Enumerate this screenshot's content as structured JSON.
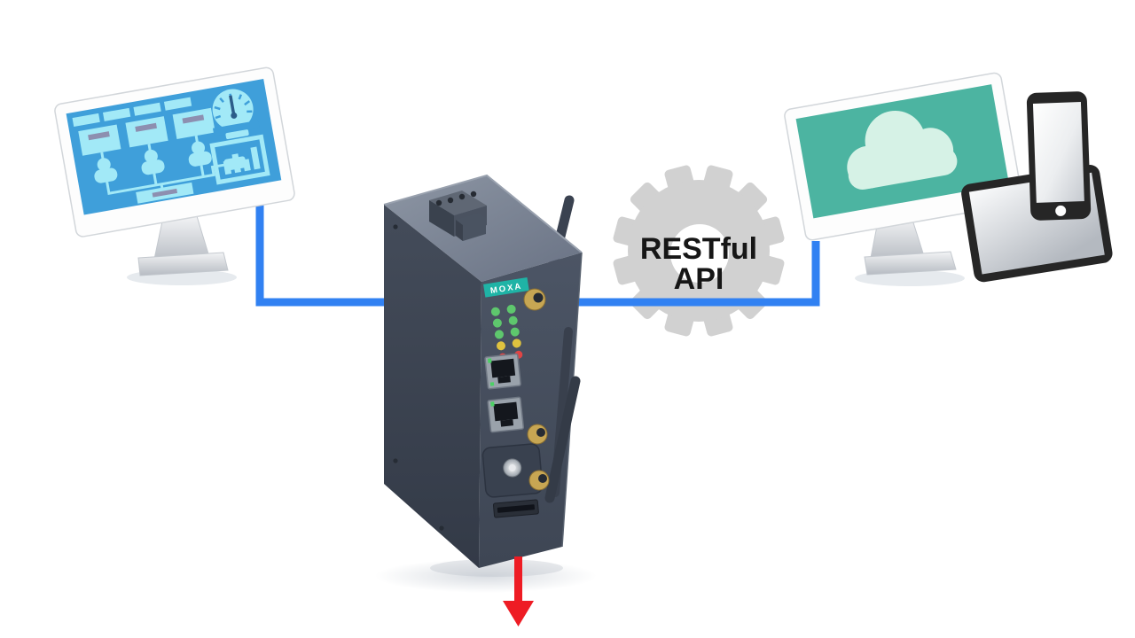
{
  "scene": {
    "background_color": "#ffffff",
    "icons": [
      "scada-dashboard-monitor",
      "gauge-icon",
      "bar-chart-icon",
      "operator-node-icon",
      "cellular-router",
      "antenna-icon",
      "led-indicator",
      "ethernet-port",
      "sim-card-slot",
      "gear-icon",
      "cloud-icon",
      "cloud-monitor",
      "smartphone-icon",
      "tablet-icon",
      "download-arrow-icon"
    ]
  },
  "router": {
    "brand_label": "MOXA",
    "brand_plate_color": "#1fb3a6",
    "body_front_color": "#46505f",
    "body_side_color": "#39404d",
    "body_top_color": "#7b8494",
    "antenna_connector_color": "#c7a653",
    "ethernet_ports": 2,
    "led_matrix": {
      "columns": 2,
      "row_colors": [
        "green",
        "green",
        "green",
        "yellow",
        "red"
      ],
      "green": "#5ec76d",
      "yellow": "#dfc23f",
      "red": "#e04545"
    }
  },
  "api_gear": {
    "line1": "RESTful",
    "line2": "API",
    "gear_color": "#d1d1d1",
    "text_color": "#161616"
  },
  "scada_monitor": {
    "screen_color": "#3f9fda",
    "glyph_color": "#a2e9f7",
    "detail_bar_color": "#8d8fb0",
    "frame_color": "#fdfdfd"
  },
  "cloud_monitor": {
    "screen_color": "#4cb4a1",
    "cloud_color": "#d6f2e6",
    "frame_color": "#fdfdfd"
  },
  "mobile_devices": {
    "frame_color": "#262626"
  },
  "connections": {
    "line_color": "#3181f2",
    "download_arrow_color": "#ee1c24"
  }
}
